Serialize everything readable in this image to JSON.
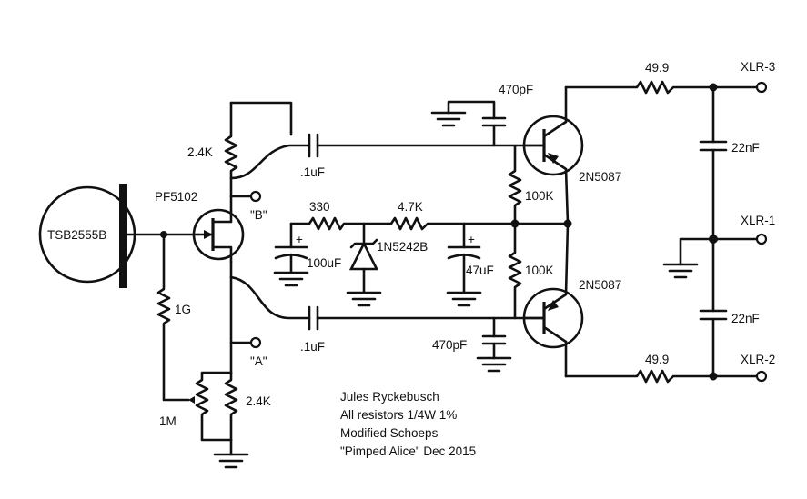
{
  "components": {
    "mic_capsule": "TSB2555B",
    "jfet": "PF5102",
    "r_drain": "2.4K",
    "r_source": "2.4K",
    "r_gate": "1G",
    "trimmer": "1M",
    "test_b": "\"B\"",
    "test_a": "\"A\"",
    "c_top": ".1uF",
    "c_bot": ".1uF",
    "r_330": "330",
    "r_4k7": "4.7K",
    "zener": "1N5242B",
    "c_100u": "100uF",
    "c_47u": "47uF",
    "r_100k_top": "100K",
    "r_100k_bot": "100K",
    "c_470p_top": "470pF",
    "c_470p_bot": "470pF",
    "q_top": "2N5087",
    "q_bot": "2N5087",
    "r_out_top": "49.9",
    "r_out_bot": "49.9",
    "c_22n_top": "22nF",
    "c_22n_bot": "22nF",
    "plus_100u": "+",
    "plus_47u": "+"
  },
  "terminals": {
    "xlr3": "XLR-3",
    "xlr1": "XLR-1",
    "xlr2": "XLR-2"
  },
  "notes": {
    "line1": "Jules Ryckebusch",
    "line2": "All resistors 1/4W 1%",
    "line3": "Modified Schoeps",
    "line4": "\"Pimped Alice\" Dec 2015"
  }
}
